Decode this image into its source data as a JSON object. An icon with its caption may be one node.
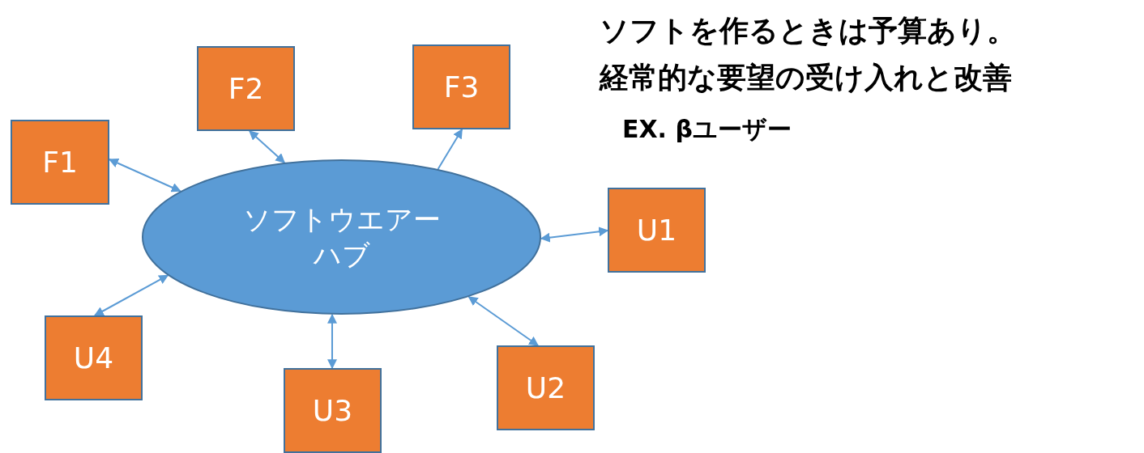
{
  "diagram": {
    "nodes": [
      {
        "text": [
          "ソフトウエアーハブ"
        ]
      },
      {
        "text": [
          "F1"
        ]
      },
      {
        "text": [
          "F2"
        ]
      },
      {
        "text": [
          "F3"
        ]
      },
      {
        "text": [
          "U1"
        ]
      },
      {
        "text": [
          "U2"
        ]
      },
      {
        "text": [
          "U3"
        ]
      },
      {
        "text": [
          "U4"
        ]
      }
    ],
    "edges": [
      {
        "from": 1,
        "to": 0,
        "arrow": "both"
      },
      {
        "from": 2,
        "to": 0,
        "arrow": "both"
      },
      {
        "from": 0,
        "to": 3,
        "arrow": "to"
      },
      {
        "from": 4,
        "to": 0,
        "arrow": "both"
      },
      {
        "from": 5,
        "to": 0,
        "arrow": "both"
      },
      {
        "from": 6,
        "to": 0,
        "arrow": "both"
      },
      {
        "from": 7,
        "to": 0,
        "arrow": "both"
      }
    ],
    "labels": [
      "ソフトを作るときは予算あり。",
      "経常的な要望の受け入れと改善",
      "EX. βユーザー"
    ]
  }
}
